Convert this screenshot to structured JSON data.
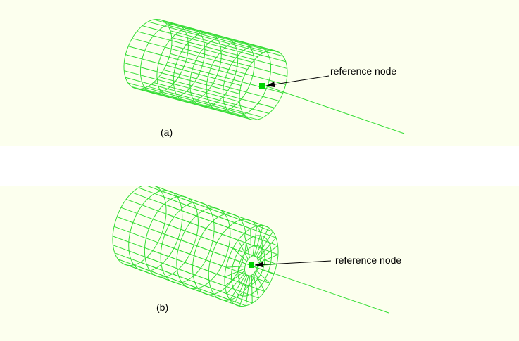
{
  "colors": {
    "panel_background": "#fcffee",
    "page_background": "#ffffff",
    "mesh": "#33dd33",
    "reference_node": "#00d400",
    "arrow": "#000000"
  },
  "panels": [
    {
      "caption": "(a)",
      "annotation": "reference node",
      "model": "hollow-cylinder-mesh"
    },
    {
      "caption": "(b)",
      "annotation": "reference node",
      "model": "cylinder-mesh-with-end-face"
    }
  ]
}
